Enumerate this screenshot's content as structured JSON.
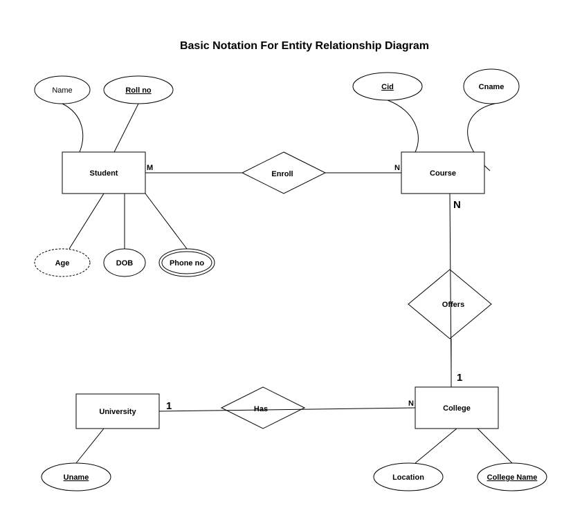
{
  "title": "Basic Notation For Entity Relationship Diagram",
  "entities": {
    "student": "Student",
    "course": "Course",
    "university": "University",
    "college": "College"
  },
  "relationships": {
    "enroll": "Enroll",
    "offers": "Offers",
    "has": "Has"
  },
  "attributes": {
    "name": "Name",
    "roll_no": "Roll no",
    "age": "Age",
    "dob": "DOB",
    "phone_no": "Phone no",
    "cid": "Cid",
    "cname": "Cname",
    "uname": "Uname",
    "location": "Location",
    "college_name": "College Name"
  },
  "cardinality": {
    "student_enroll": "M",
    "enroll_course": "N",
    "course_offers": "N",
    "offers_college": "1",
    "university_has": "1",
    "has_college": "N"
  }
}
